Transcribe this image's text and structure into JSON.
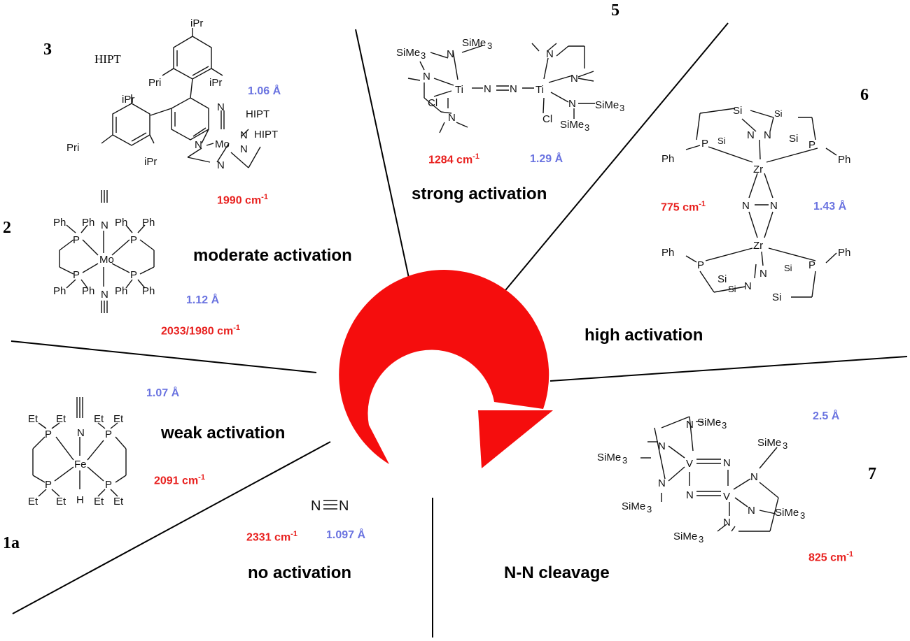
{
  "colors": {
    "frequency": "#e8211f",
    "bond_length": "#6a73e0",
    "arrow": "#f50d0d",
    "line": "#000000"
  },
  "compounds": [
    {
      "id": "1a",
      "category": "weak activation",
      "frequency": "2091 cm",
      "frequency_sup": "-1",
      "bond_length": "1.07 Å"
    },
    {
      "id": "2",
      "category": "moderate activation",
      "frequency": "2033/1980 cm",
      "frequency_sup": "-1",
      "bond_length": "1.12 Å"
    },
    {
      "id": "3",
      "label": "HIPT",
      "frequency": "1990 cm",
      "frequency_sup": "-1",
      "bond_length": "1.06 Å"
    },
    {
      "id": "5",
      "category": "strong activation",
      "frequency": "1284 cm",
      "frequency_sup": "-1",
      "bond_length": "1.29 Å"
    },
    {
      "id": "6",
      "category": "high activation",
      "frequency": "775 cm",
      "frequency_sup": "-1",
      "bond_length": "1.43 Å"
    },
    {
      "id": "7",
      "category": "N-N cleavage",
      "frequency": "825 cm",
      "frequency_sup": "-1",
      "bond_length": "2.5 Å"
    },
    {
      "id": "N2",
      "category": "no activation",
      "formula": "N≡N",
      "frequency": "2331 cm",
      "frequency_sup": "-1",
      "bond_length": "1.097 Å"
    }
  ]
}
